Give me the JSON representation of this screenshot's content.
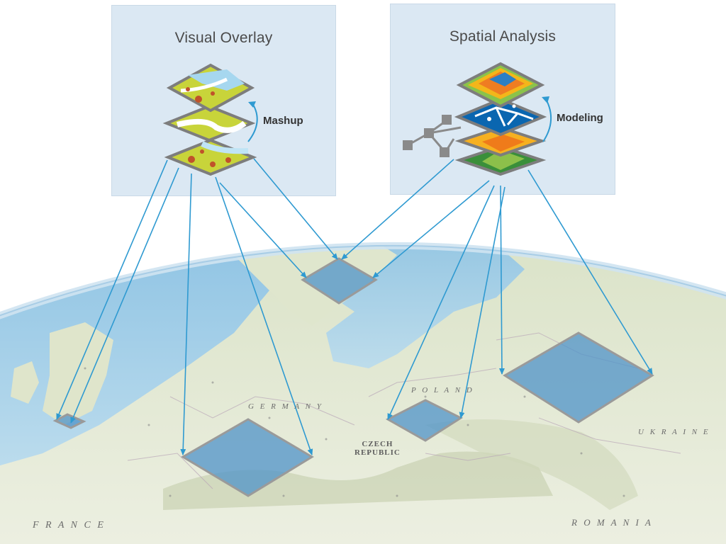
{
  "panels": {
    "left": {
      "title": "Visual Overlay",
      "cycle_label": "Mashup"
    },
    "right": {
      "title": "Spatial Analysis",
      "cycle_label": "Modeling"
    }
  },
  "map_labels": {
    "france": "F R A N C E",
    "czech_line1": "CZECH",
    "czech_line2": "REPUBLIC",
    "romania": "R O M A N I A",
    "germany": "G E R M A N Y",
    "poland": "P O L A N D",
    "ukraine": "U K R A I N E"
  },
  "colors": {
    "panel_bg": "#dbe8f3",
    "arrow": "#2f9ad1",
    "footprint_fill": "#4f93c8",
    "footprint_stroke": "#9a9a9a",
    "land": "#e6ead4",
    "sea": "#a9d3ea"
  },
  "icons": [
    "cycle-arrow-icon",
    "network-graph-icon",
    "layer-stack-icon"
  ]
}
